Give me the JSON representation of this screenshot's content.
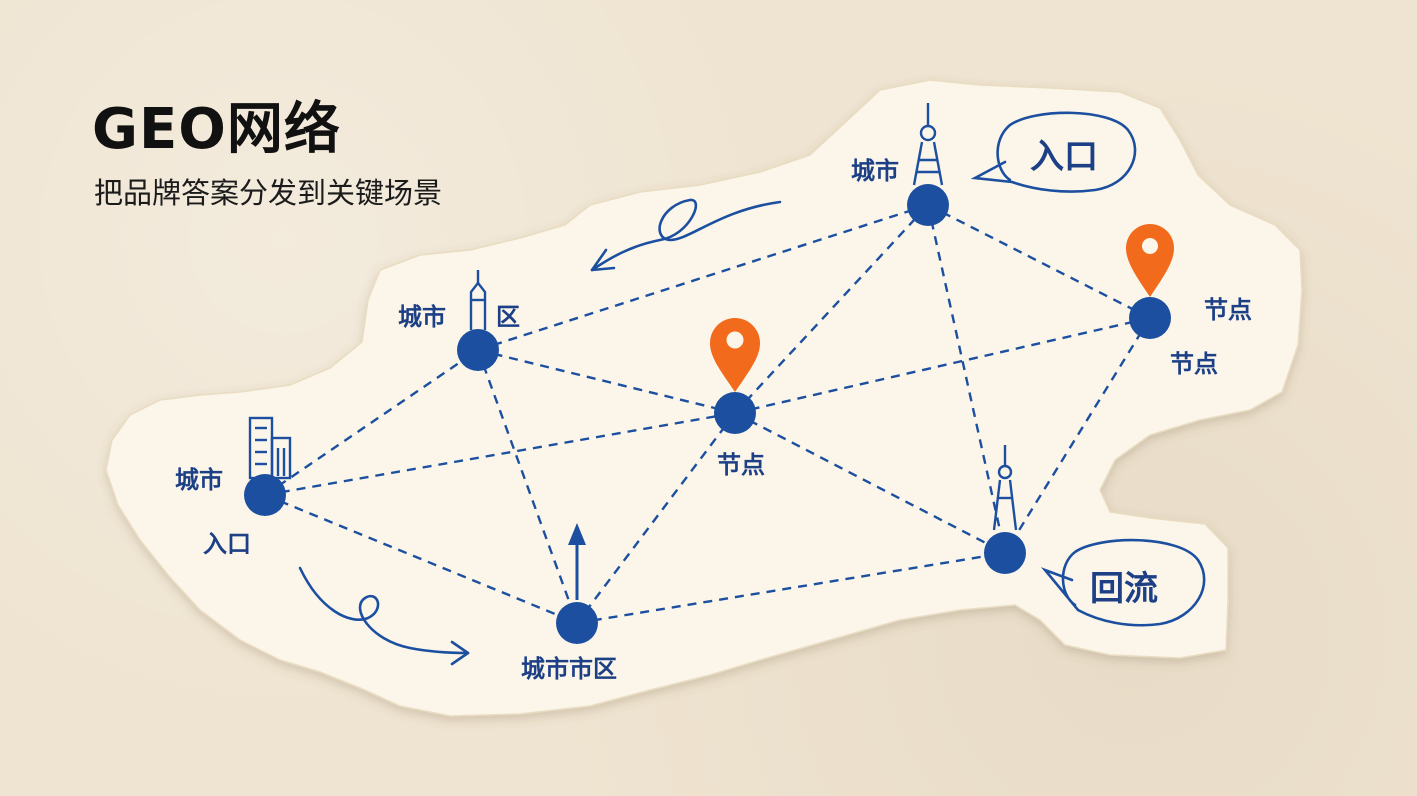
{
  "header": {
    "title": "GEO网络",
    "subtitle": "把品牌答案分发到关键场景"
  },
  "labels": {
    "top_city": "城市",
    "left_city": "城市",
    "left_district": "区",
    "far_left_city": "城市",
    "far_left_entry": "入口",
    "center_node": "节点",
    "right_node_upper": "节点",
    "right_node_lower": "节点",
    "bottom_city_district": "城市市区"
  },
  "bubbles": {
    "entry": "入口",
    "return_flow": "回流"
  },
  "colors": {
    "paper": "#fbf6e9",
    "background": "#efe4d1",
    "ink_blue": "#1c3f86",
    "node_blue": "#1c4fa0",
    "pin_orange": "#f26a1b"
  },
  "icons": [
    "tv-tower-icon",
    "skyscraper-icon",
    "office-building-icon",
    "location-pin-icon",
    "up-arrow-icon",
    "curly-arrow-icon",
    "speech-bubble-icon"
  ]
}
